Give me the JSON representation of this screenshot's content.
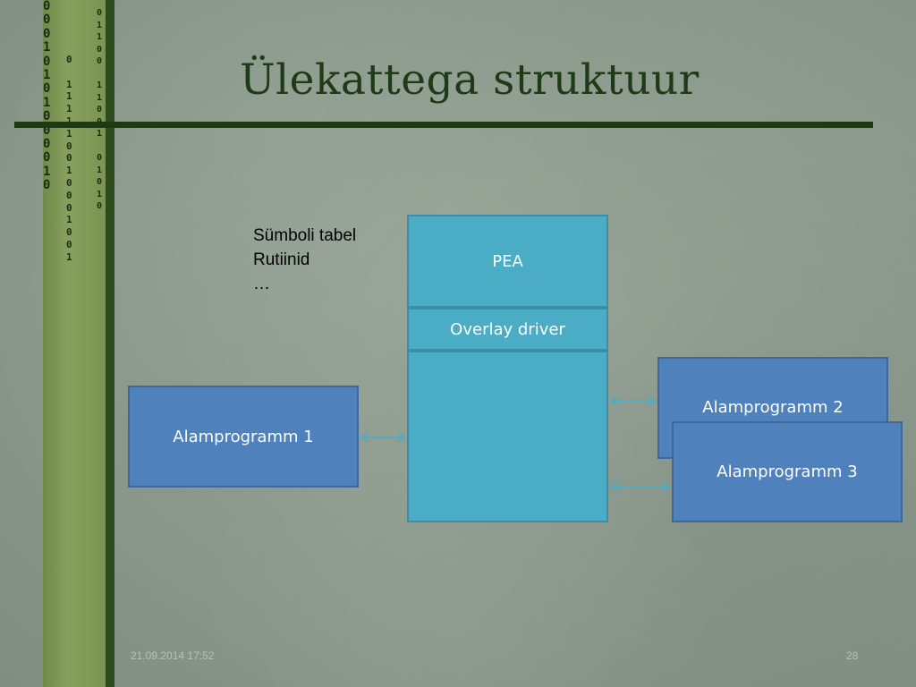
{
  "slide": {
    "title": "Ülekattega struktuur",
    "date": "21.09.2014 17:52",
    "page_number": "28"
  },
  "decor": {
    "binary_col1": "0\n0\n0\n1\n0\n1\n0\n1\n0\n0\n0\n0\n1\n0",
    "binary_col2": "0\n\n1\n1\n1\n1\n1\n0\n0\n1\n0\n0\n0\n1\n0\n0\n1",
    "binary_col3": "0\n1\n1\n0\n0\n\n1\n1\n0\n0\n1\n\n0\n1\n0\n1\n0"
  },
  "diagram": {
    "legend": [
      "Sümboli tabel",
      "Rutiinid",
      "…"
    ],
    "memory_blocks": {
      "top": "PEA",
      "middle": "Overlay driver",
      "bottom": ""
    },
    "subprograms": {
      "sub1": "Alamprogramm 1",
      "sub2": "Alamprogramm 2",
      "sub3": "Alamprogramm 3"
    },
    "arrow_color": "#4bacc6"
  }
}
